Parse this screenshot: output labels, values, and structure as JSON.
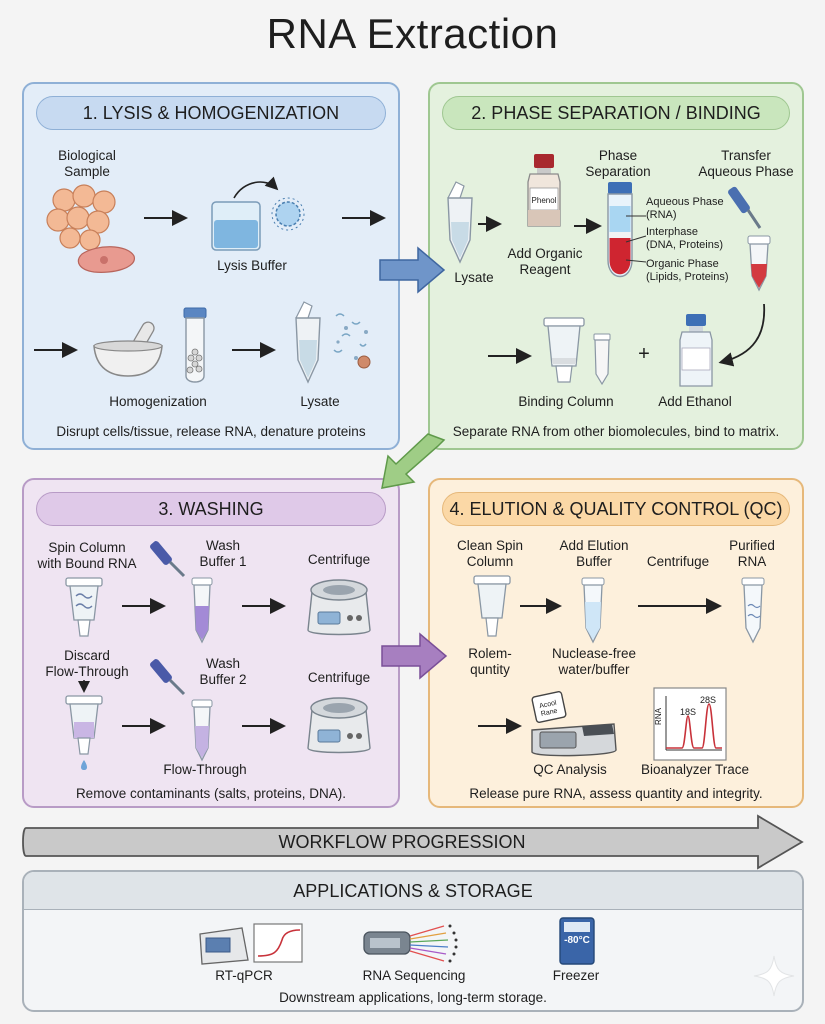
{
  "title": "RNA Extraction",
  "panels": {
    "lysis": {
      "heading": "1. LYSIS & HOMOGENIZATION",
      "biological_sample": "Biological\nSample",
      "lysis_buffer": "Lysis Buffer",
      "homogenization": "Homogenization",
      "lysate": "Lysate",
      "footer": "Disrupt cells/tissue, release RNA, denature proteins"
    },
    "phase": {
      "heading": "2. PHASE SEPARATION / BINDING",
      "lysate": "Lysate",
      "phenol_bottle": "Phenol",
      "add_organic": "Add Organic\nReagent",
      "phase_separation": "Phase\nSeparation",
      "transfer": "Transfer\nAqueous Phase",
      "aqueous": "Aqueous Phase\n(RNA)",
      "interphase": "Interphase\n(DNA, Proteins)",
      "organic": "Organic Phase\n(Lipids, Proteins)",
      "binding_column": "Binding Column",
      "add_ethanol": "Add Ethanol",
      "plus": "+",
      "footer": "Separate RNA from other biomolecules, bind to matrix."
    },
    "washing": {
      "heading": "3. WASHING",
      "spin_column": "Spin Column\nwith Bound RNA",
      "wash1": "Wash\nBuffer 1",
      "centrifuge1": "Centrifuge",
      "discard": "Discard\nFlow-Through",
      "wash2": "Wash\nBuffer 2",
      "centrifuge2": "Centrifuge",
      "flow_through": "Flow-Through",
      "footer": "Remove contaminants (salts, proteins, DNA)."
    },
    "elution": {
      "heading": "4. ELUTION & QUALITY CONTROL (QC)",
      "clean_column": "Clean Spin\nColumn",
      "add_elution": "Add Elution\nBuffer",
      "centrifuge": "Centrifuge",
      "purified": "Purified\nRNA",
      "rolem": "Rolem-\nquntity",
      "nuclease_free": "Nuclease-free\nwater/buffer",
      "qc_analysis": "QC Analysis",
      "bioanalyzer": "Bioanalyzer Trace",
      "screen_text": "Acool\nRane",
      "trace_axis": "RNA",
      "peak1": "18S",
      "peak2": "28S",
      "footer": "Release pure RNA, assess quantity and integrity."
    }
  },
  "workflow": "WORKFLOW PROGRESSION",
  "applications": {
    "heading": "APPLICATIONS & STORAGE",
    "rtqpcr": "RT-qPCR",
    "sequencing": "RNA Sequencing",
    "freezer": "Freezer",
    "freezer_temp": "-80°C",
    "footer": "Downstream applications, long-term storage."
  },
  "colors": {
    "lysis": "#e3edf8",
    "phase": "#e4f1de",
    "washing": "#efe4f2",
    "elution": "#fdf0dc",
    "arrow_blue": "#6f95c9",
    "arrow_green": "#9fcd86",
    "arrow_purple": "#a77fc0"
  }
}
